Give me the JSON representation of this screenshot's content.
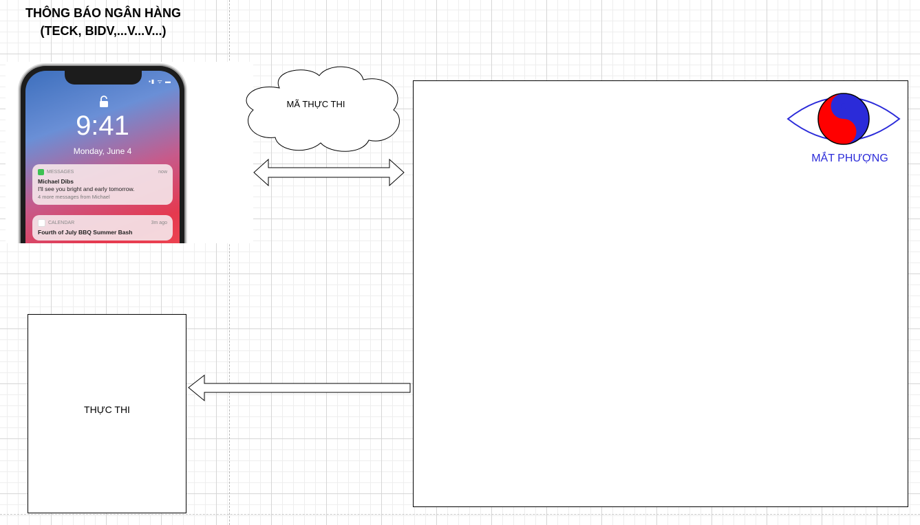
{
  "diagram": {
    "title_line1": "THÔNG BÁO NGÂN HÀNG",
    "title_line2": "(TECK, BIDV,...V...V...)",
    "cloud_label": "MÃ THỰC THI",
    "exec_box_label": "THỰC THI",
    "logo_label": "MẮT PHƯỢNG",
    "colors": {
      "logo_blue": "#2b2bd9",
      "logo_red": "#ff0000",
      "outline": "#000000"
    }
  },
  "phone": {
    "time": "9:41",
    "date": "Monday, June 4",
    "notifications": [
      {
        "app": "MESSAGES",
        "when": "now",
        "title": "Michael Dibs",
        "body": "I'll see you bright and early tomorrow.",
        "extra": "4 more messages from Michael",
        "icon": "messages-icon"
      },
      {
        "app": "CALENDAR",
        "when": "3m ago",
        "title": "Fourth of July BBQ Summer Bash",
        "body": "",
        "extra": "",
        "icon": "calendar-icon"
      }
    ]
  }
}
